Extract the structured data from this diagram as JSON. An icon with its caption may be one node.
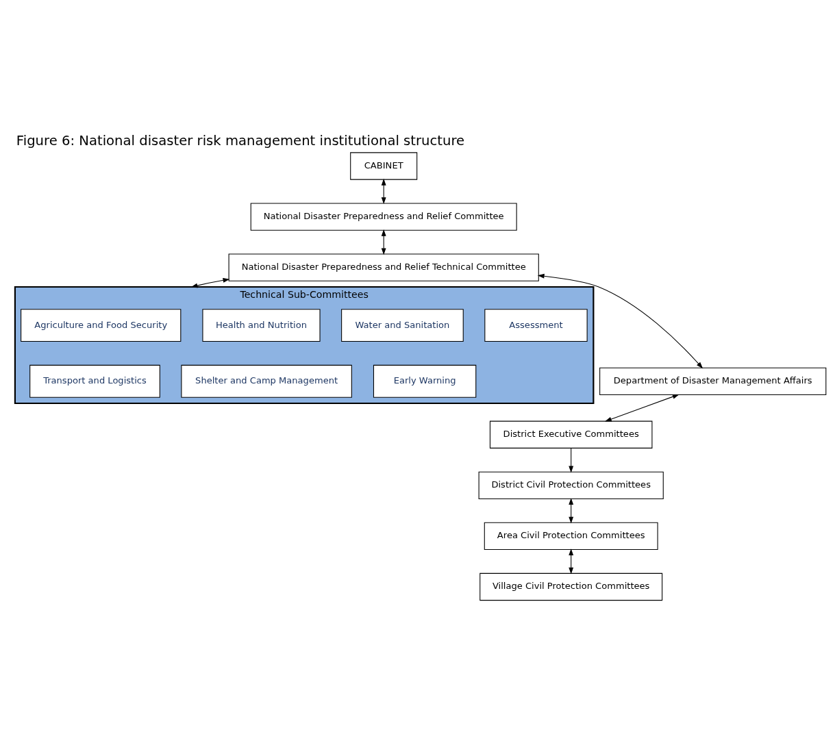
{
  "diagram": {
    "title": "Figure 6: National disaster risk management institutional structure",
    "nodes": [
      {
        "text": [
          "CABINET"
        ]
      },
      {
        "text": [
          "National Disaster Preparedness and Relief Committee"
        ]
      },
      {
        "text": [
          "National Disaster Preparedness and Relief Technical Committee"
        ]
      },
      {
        "text": [
          "Department of Disaster Management Affairs"
        ]
      },
      {
        "text": [
          "Technical Sub-Committees"
        ]
      },
      {
        "text": [
          "Agriculture and Food Security"
        ],
        "in": 4
      },
      {
        "text": [
          "Health and Nutrition"
        ],
        "in": 4
      },
      {
        "text": [
          "Water and Sanitation"
        ],
        "in": 4
      },
      {
        "text": [
          "Assessment"
        ],
        "in": 4
      },
      {
        "text": [
          "Transport and Logistics"
        ],
        "in": 4
      },
      {
        "text": [
          "Shelter and Camp Management"
        ],
        "in": 4
      },
      {
        "text": [
          "Early Warning"
        ],
        "in": 4
      },
      {
        "text": [
          "District Executive Committees"
        ]
      },
      {
        "text": [
          "District Civil Protection Committees"
        ]
      },
      {
        "text": [
          "Area Civil Protection Committees"
        ]
      },
      {
        "text": [
          "Village Civil Protection Committees"
        ]
      }
    ],
    "edges": [
      {
        "from": 0,
        "to": 1,
        "arrow": "both"
      },
      {
        "from": 1,
        "to": 2,
        "arrow": "both"
      },
      {
        "from": 2,
        "to": 4,
        "arrow": "both"
      },
      {
        "from": 2,
        "to": 3,
        "arrow": "both"
      },
      {
        "from": 3,
        "to": 12,
        "arrow": "both"
      },
      {
        "from": 12,
        "to": 13,
        "arrow": "to"
      },
      {
        "from": 13,
        "to": 14,
        "arrow": "both"
      },
      {
        "from": 14,
        "to": 15,
        "arrow": "both"
      }
    ]
  }
}
